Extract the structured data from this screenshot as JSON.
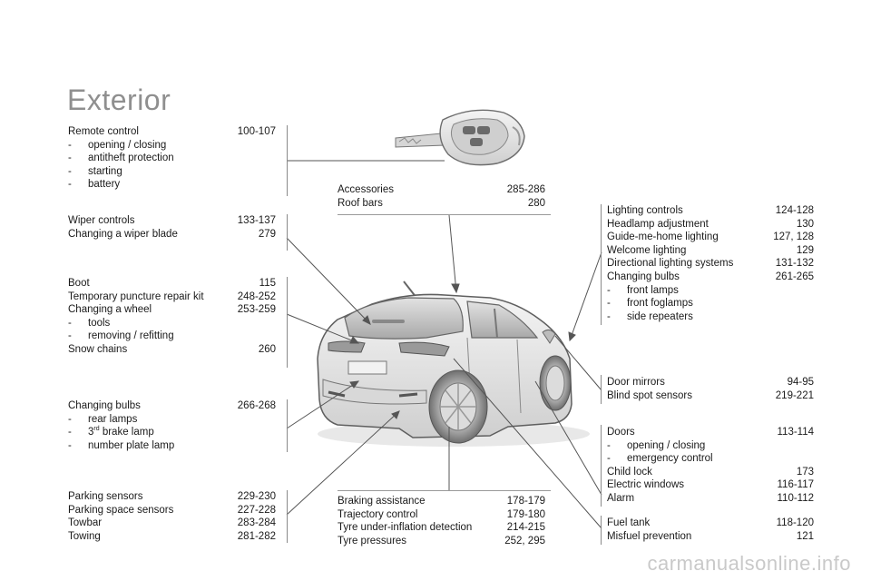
{
  "title": "Exterior",
  "left": {
    "remote": {
      "title": "Remote control",
      "pages": "100-107",
      "items": [
        "opening / closing",
        "antitheft protection",
        "starting",
        "battery"
      ]
    },
    "wiper": {
      "rows": [
        {
          "label": "Wiper controls",
          "pages": "133-137"
        },
        {
          "label": "Changing a wiper blade",
          "pages": "279"
        }
      ]
    },
    "boot": {
      "rows": [
        {
          "label": "Boot",
          "pages": "115"
        },
        {
          "label": "Temporary puncture repair kit",
          "pages": "248-252"
        },
        {
          "label": "Changing a wheel",
          "pages": "253-259"
        }
      ],
      "items": [
        "tools",
        "removing / refitting"
      ],
      "snow": {
        "label": "Snow chains",
        "pages": "260"
      }
    },
    "bulbs": {
      "title": "Changing bulbs",
      "pages": "266-268",
      "item1": "rear lamps",
      "item2_num": "3",
      "item2_sup": "rd",
      "item2_rest": " brake lamp",
      "item3": "number plate lamp"
    },
    "parking": {
      "rows": [
        {
          "label": "Parking sensors",
          "pages": "229-230"
        },
        {
          "label": "Parking space sensors",
          "pages": "227-228"
        },
        {
          "label": "Towbar",
          "pages": "283-284"
        },
        {
          "label": "Towing",
          "pages": "281-282"
        }
      ]
    }
  },
  "center": {
    "accessories": {
      "rows": [
        {
          "label": "Accessories",
          "pages": "285-286"
        },
        {
          "label": "Roof bars",
          "pages": "280"
        }
      ]
    },
    "braking": {
      "rows": [
        {
          "label": "Braking assistance",
          "pages": "178-179"
        },
        {
          "label": "Trajectory control",
          "pages": "179-180"
        },
        {
          "label": "Tyre under-inflation detection",
          "pages": "214-215"
        },
        {
          "label": "Tyre pressures",
          "pages": "252, 295"
        }
      ]
    }
  },
  "right": {
    "lighting": {
      "rows": [
        {
          "label": "Lighting controls",
          "pages": "124-128"
        },
        {
          "label": "Headlamp adjustment",
          "pages": "130"
        },
        {
          "label": "Guide-me-home lighting",
          "pages": "127, 128"
        },
        {
          "label": "Welcome lighting",
          "pages": "129"
        },
        {
          "label": "Directional lighting systems",
          "pages": "131-132"
        },
        {
          "label": "Changing bulbs",
          "pages": "261-265"
        }
      ],
      "items": [
        "front lamps",
        "front foglamps",
        "side repeaters"
      ]
    },
    "mirrors": {
      "rows": [
        {
          "label": "Door mirrors",
          "pages": "94-95"
        },
        {
          "label": "Blind spot sensors",
          "pages": "219-221"
        }
      ]
    },
    "doors": {
      "title": "Doors",
      "pages": "113-114",
      "items": [
        "opening / closing",
        "emergency control"
      ],
      "rows": [
        {
          "label": "Child lock",
          "pages": "173"
        },
        {
          "label": "Electric windows",
          "pages": "116-117"
        },
        {
          "label": "Alarm",
          "pages": "110-112"
        }
      ]
    },
    "fuel": {
      "rows": [
        {
          "label": "Fuel tank",
          "pages": "118-120"
        },
        {
          "label": "Misfuel prevention",
          "pages": "121"
        }
      ]
    }
  },
  "dash": "-",
  "footer": "carmanualsonline.info"
}
